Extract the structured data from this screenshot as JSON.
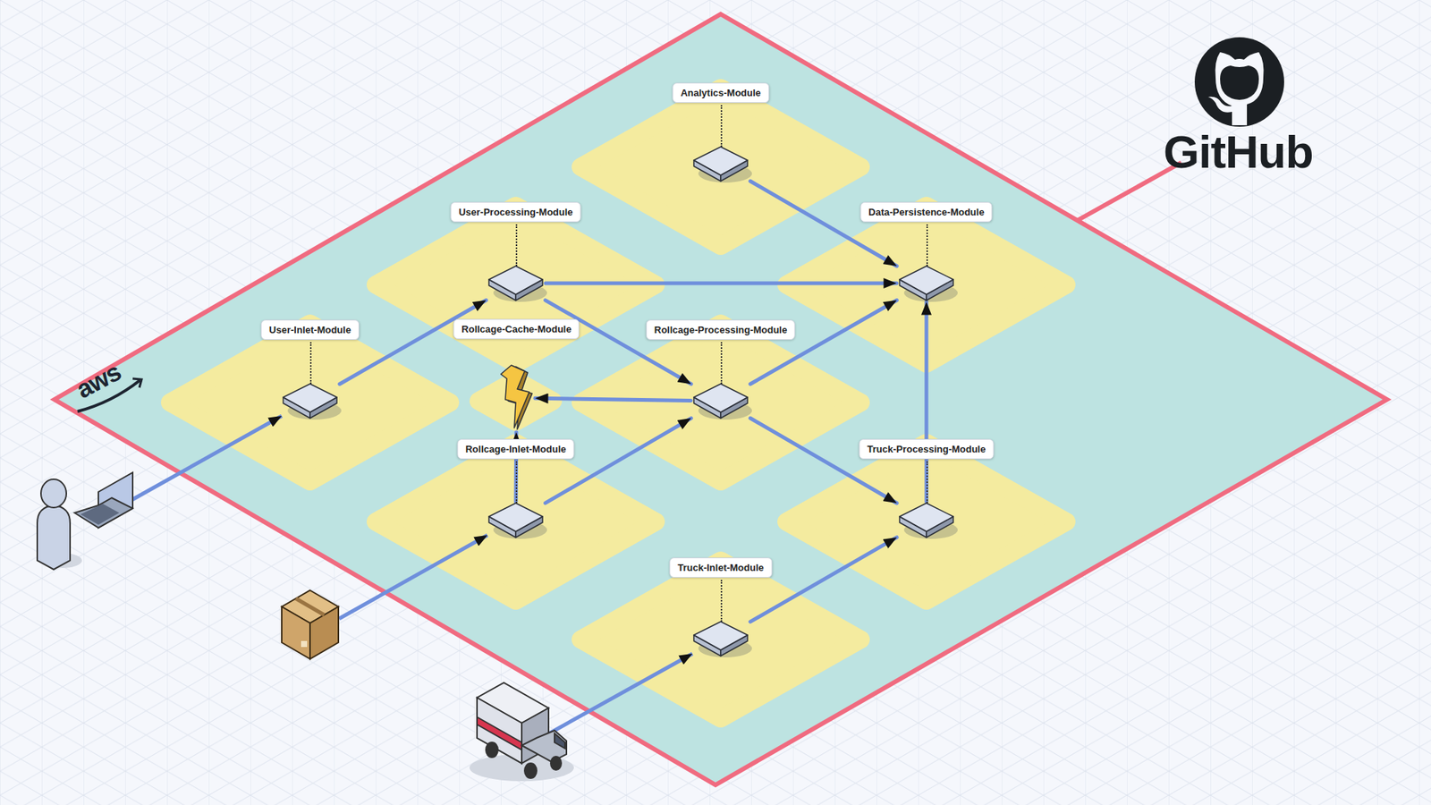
{
  "diagram": {
    "nodes": [
      {
        "text": [
          "Analytics-Module"
        ]
      },
      {
        "text": [
          "User-Processing-Module"
        ]
      },
      {
        "text": [
          "Data-Persistence-Module"
        ]
      },
      {
        "text": [
          "User-Inlet-Module"
        ]
      },
      {
        "text": [
          "Rollcage-Cache-Module"
        ]
      },
      {
        "text": [
          "Rollcage-Processing-Module"
        ]
      },
      {
        "text": [
          "Rollcage-Inlet-Module"
        ]
      },
      {
        "text": [
          "Truck-Processing-Module"
        ]
      },
      {
        "text": [
          "Truck-Inlet-Module"
        ]
      }
    ],
    "edges": [
      {
        "from": 3,
        "to": 1,
        "arrow": "to"
      },
      {
        "from": 1,
        "to": 2,
        "arrow": "to"
      },
      {
        "from": 1,
        "to": 5,
        "arrow": "to"
      },
      {
        "from": 0,
        "to": 2,
        "arrow": "to"
      },
      {
        "from": 5,
        "to": 2,
        "arrow": "to"
      },
      {
        "from": 5,
        "to": 4,
        "arrow": "to"
      },
      {
        "from": 6,
        "to": 4,
        "arrow": "to"
      },
      {
        "from": 6,
        "to": 5,
        "arrow": "to"
      },
      {
        "from": 5,
        "to": 7,
        "arrow": "to"
      },
      {
        "from": 8,
        "to": 7,
        "arrow": "to"
      },
      {
        "from": 7,
        "to": 2,
        "arrow": "to"
      }
    ],
    "labels": [
      "aws",
      "GitHub"
    ]
  }
}
